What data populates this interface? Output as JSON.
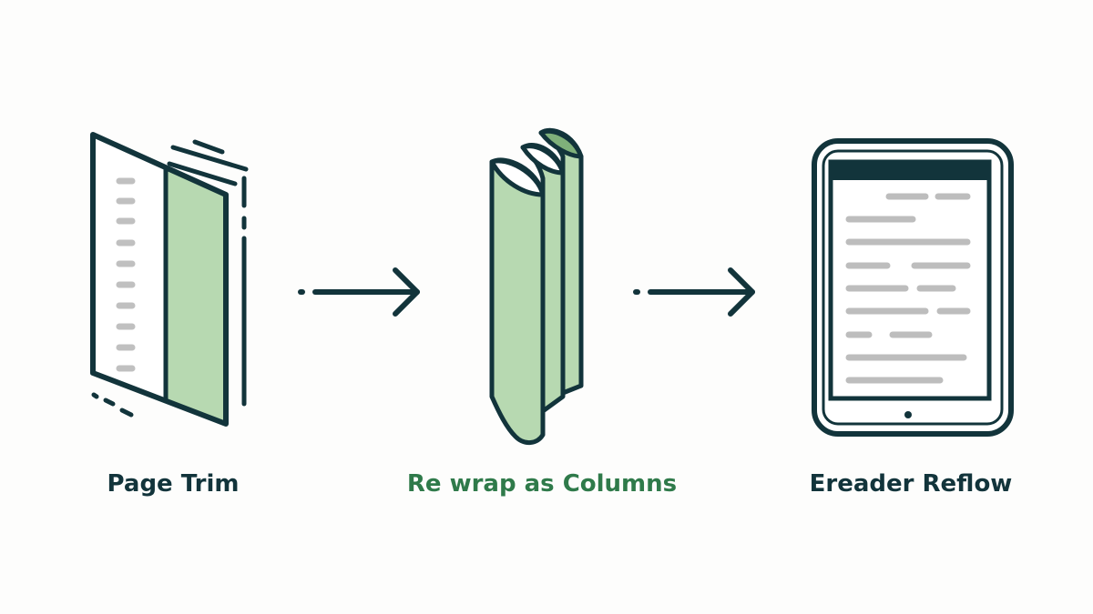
{
  "steps": [
    {
      "label": "Page Trim",
      "icon": "trimmed-page-icon"
    },
    {
      "label": "Re wrap as Columns",
      "icon": "folded-columns-icon"
    },
    {
      "label": "Ereader Reflow",
      "icon": "ereader-icon"
    }
  ],
  "connectors": [
    "arrow-right-icon",
    "arrow-right-icon"
  ],
  "colors": {
    "ink": "#12343b",
    "accent_green": "#2f7a4a",
    "fill_green": "#b7d9b1",
    "fill_green_dark": "#7fb07a",
    "text_line_gray": "#bdbdbd",
    "background": "#fdfdfc"
  }
}
